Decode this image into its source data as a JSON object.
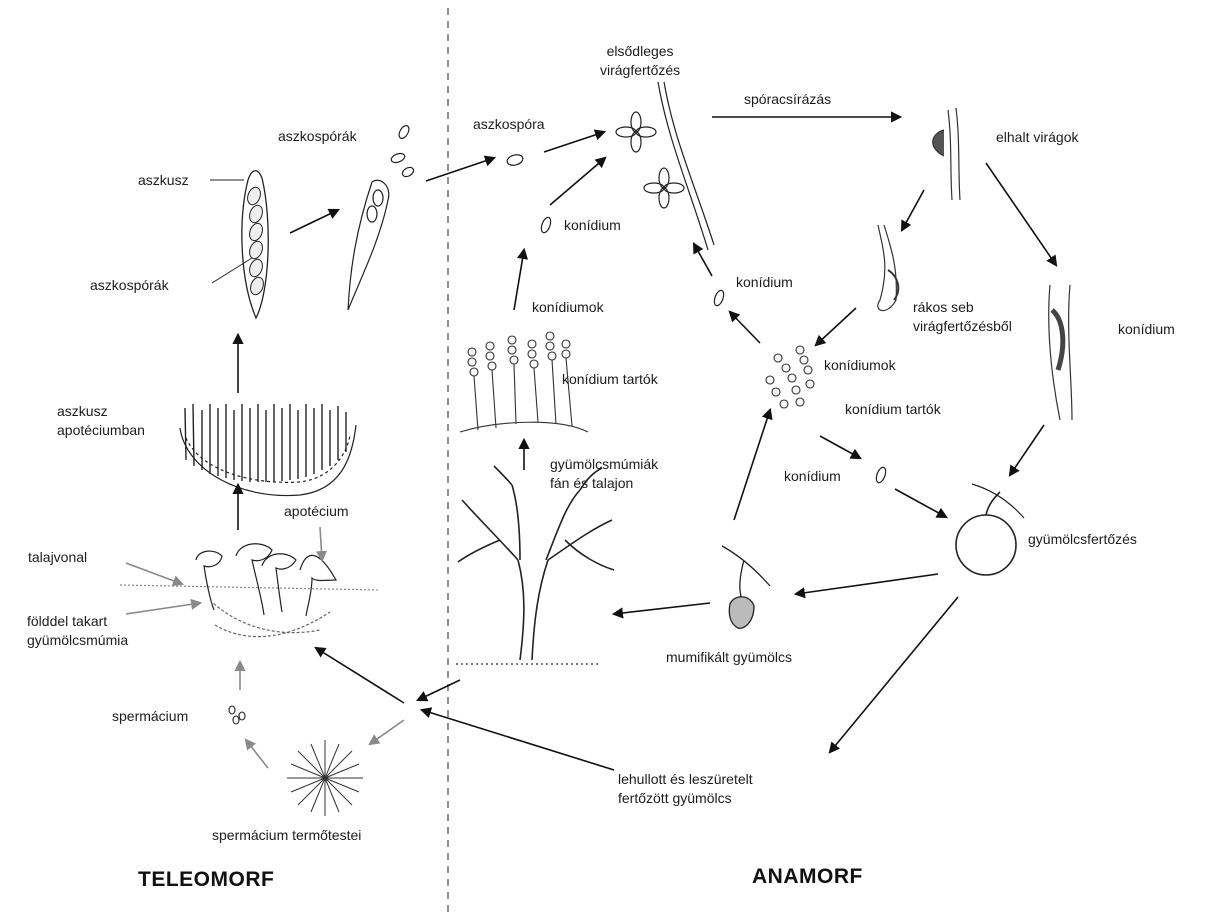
{
  "sections": {
    "teleomorph": "TELEOMORF",
    "anamorph": "ANAMORF"
  },
  "labels": {
    "ascospores_top": "aszkospórák",
    "ascus": "aszkusz",
    "ascospores_left": "aszkospórák",
    "ascus_in_apothecium": "aszkusz\napotéciumban",
    "apothecium": "apotécium",
    "soil_line": "talajvonal",
    "buried_mummy": "földdel takart\ngyümölcsmúmia",
    "spermatium": "spermácium",
    "spermatium_bodies": "spermácium termőtestei",
    "ascospore": "aszkospóra",
    "primary_blossom_infection": "elsődleges\nvirágfertőzés",
    "spore_germination": "spóracsírázás",
    "dead_flowers": "elhalt virágok",
    "conidium_1": "konídium",
    "conidia_left": "konídiumok",
    "conidiophores_left": "konídium tartók",
    "conidium_2": "konídium",
    "canker": "rákos seb\nvirágfertőzésből",
    "conidium_3": "konídium",
    "conidia_mid": "konídiumok",
    "conidiophores_mid": "konídium tartók",
    "conidium_4": "konídium",
    "mummies_on_tree": "gyümölcsmúmiák\nfán és talajon",
    "fruit_infection": "gyümölcsfertőzés",
    "mummified_fruit": "mumifikált gyümölcs",
    "fallen_fruit": "lehullott és leszüretelt\nfertőzött gyümölcs"
  },
  "colors": {
    "ink": "#1a1a1a",
    "grey_arrow": "#8a8a8a",
    "divider": "#6e6e6e"
  }
}
